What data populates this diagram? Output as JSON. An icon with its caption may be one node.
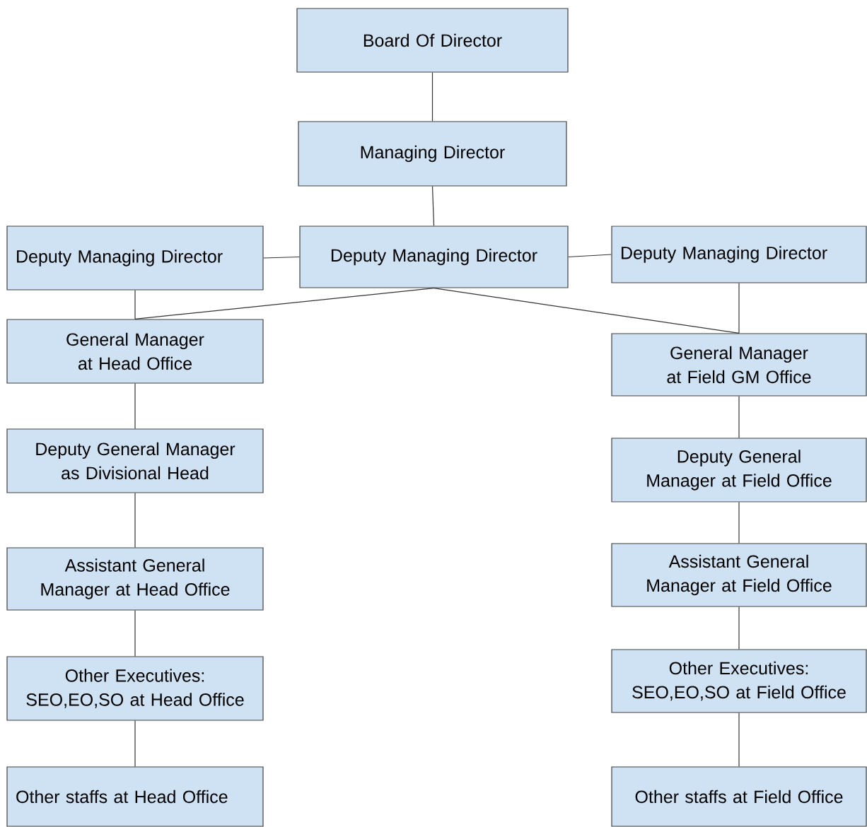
{
  "diagram": {
    "nodes": [
      {
        "text": [
          "Board Of Director"
        ]
      },
      {
        "text": [
          "Managing Director"
        ]
      },
      {
        "text": [
          "Deputy Managing Director"
        ]
      },
      {
        "text": [
          "Deputy Managing Director"
        ]
      },
      {
        "text": [
          "Deputy Managing Director"
        ]
      },
      {
        "text": [
          "General Manager at Head Office"
        ]
      },
      {
        "text": [
          "General Manager at Field GM Office"
        ]
      },
      {
        "text": [
          "Deputy General Manager as Divisional Head"
        ]
      },
      {
        "text": [
          "Deputy General Manager at Field Office"
        ]
      },
      {
        "text": [
          "Assistant General Manager at Head Office"
        ]
      },
      {
        "text": [
          "Assistant General Manager at Field Office"
        ]
      },
      {
        "text": [
          "Other Executives: SEO,EO,SO at Head Office"
        ]
      },
      {
        "text": [
          "Other Executives: SEO,EO,SO at Field Office"
        ]
      },
      {
        "text": [
          "Other staffs at Head Office"
        ]
      },
      {
        "text": [
          "Other staffs at Field Office"
        ]
      }
    ],
    "edges": [
      {
        "from": 0,
        "to": 1,
        "arrow": "none"
      },
      {
        "from": 1,
        "to": 3,
        "arrow": "none"
      },
      {
        "from": 2,
        "to": 3,
        "arrow": "none"
      },
      {
        "from": 3,
        "to": 4,
        "arrow": "none"
      },
      {
        "from": 3,
        "to": 5,
        "arrow": "none"
      },
      {
        "from": 3,
        "to": 6,
        "arrow": "none"
      },
      {
        "from": 2,
        "to": 5,
        "arrow": "none"
      },
      {
        "from": 4,
        "to": 6,
        "arrow": "none"
      },
      {
        "from": 5,
        "to": 7,
        "arrow": "none"
      },
      {
        "from": 7,
        "to": 9,
        "arrow": "none"
      },
      {
        "from": 9,
        "to": 11,
        "arrow": "none"
      },
      {
        "from": 11,
        "to": 13,
        "arrow": "none"
      },
      {
        "from": 6,
        "to": 8,
        "arrow": "none"
      },
      {
        "from": 8,
        "to": 10,
        "arrow": "none"
      },
      {
        "from": 10,
        "to": 12,
        "arrow": "none"
      },
      {
        "from": 12,
        "to": 14,
        "arrow": "none"
      }
    ]
  }
}
